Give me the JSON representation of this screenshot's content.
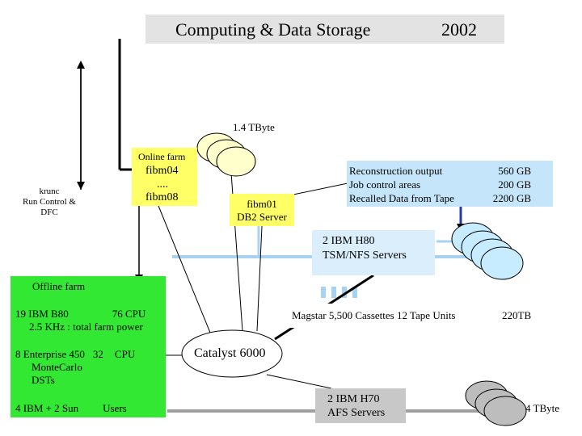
{
  "title": {
    "text": "Computing & Data Storage",
    "year": "2002"
  },
  "online": {
    "label": "Online farm",
    "line1": "fibm04",
    "line2": "....",
    "line3": "fibm08"
  },
  "krunc": {
    "line1": "krunc",
    "line2": "Run Control &",
    "line3": "DFC"
  },
  "storage_top": {
    "size": "1.4 TByte"
  },
  "fibm01": {
    "line1": "fibm01",
    "line2": "DB2 Server"
  },
  "recon": {
    "rows": [
      {
        "label": "Reconstruction output",
        "value": "560 GB"
      },
      {
        "label": "Job control areas",
        "value": "200 GB"
      },
      {
        "label": "Recalled Data from Tape",
        "value": "2200  GB"
      }
    ]
  },
  "h80": {
    "line1": "2 IBM H80",
    "line2": "TSM/NFS Servers"
  },
  "offline": {
    "title": "Offline   farm",
    "r1_a": "19  IBM B80",
    "r1_b": "76  CPU",
    "r1_c": "2.5 KHz : total farm power",
    "r2_a": "8  Enterprise 450",
    "r2_b": "32",
    "r2_c": "CPU",
    "r2_d": "MonteCarlo",
    "r2_e": "DSTs",
    "r3_a": "4  IBM + 2 Sun",
    "r3_b": "Users"
  },
  "magstar": {
    "text": "Magstar  5,500 Cassettes  12 Tape Units",
    "capacity": "220TB"
  },
  "catalyst": {
    "label": "Catalyst 6000"
  },
  "h70": {
    "line1": "2 IBM H70",
    "line2": "AFS Servers"
  },
  "storage_bottom": {
    "size": "4 TByte"
  },
  "colors": {
    "online_fill": "#ffff66",
    "fibm01_fill": "#ffff66",
    "offline_fill": "#33e833",
    "recon_fill": "#c5e6fa",
    "h80_fill": "#dbeefc",
    "h70_fill": "#c8c8c8",
    "disk_yellow": "#ffffcc",
    "disk_blue": "#c8ecff",
    "disk_grey": "#bdbdbd",
    "bus_blue": "#a8d2f2",
    "bus_grey": "#a0a0a0",
    "title_bg": "#e3e3e3"
  }
}
